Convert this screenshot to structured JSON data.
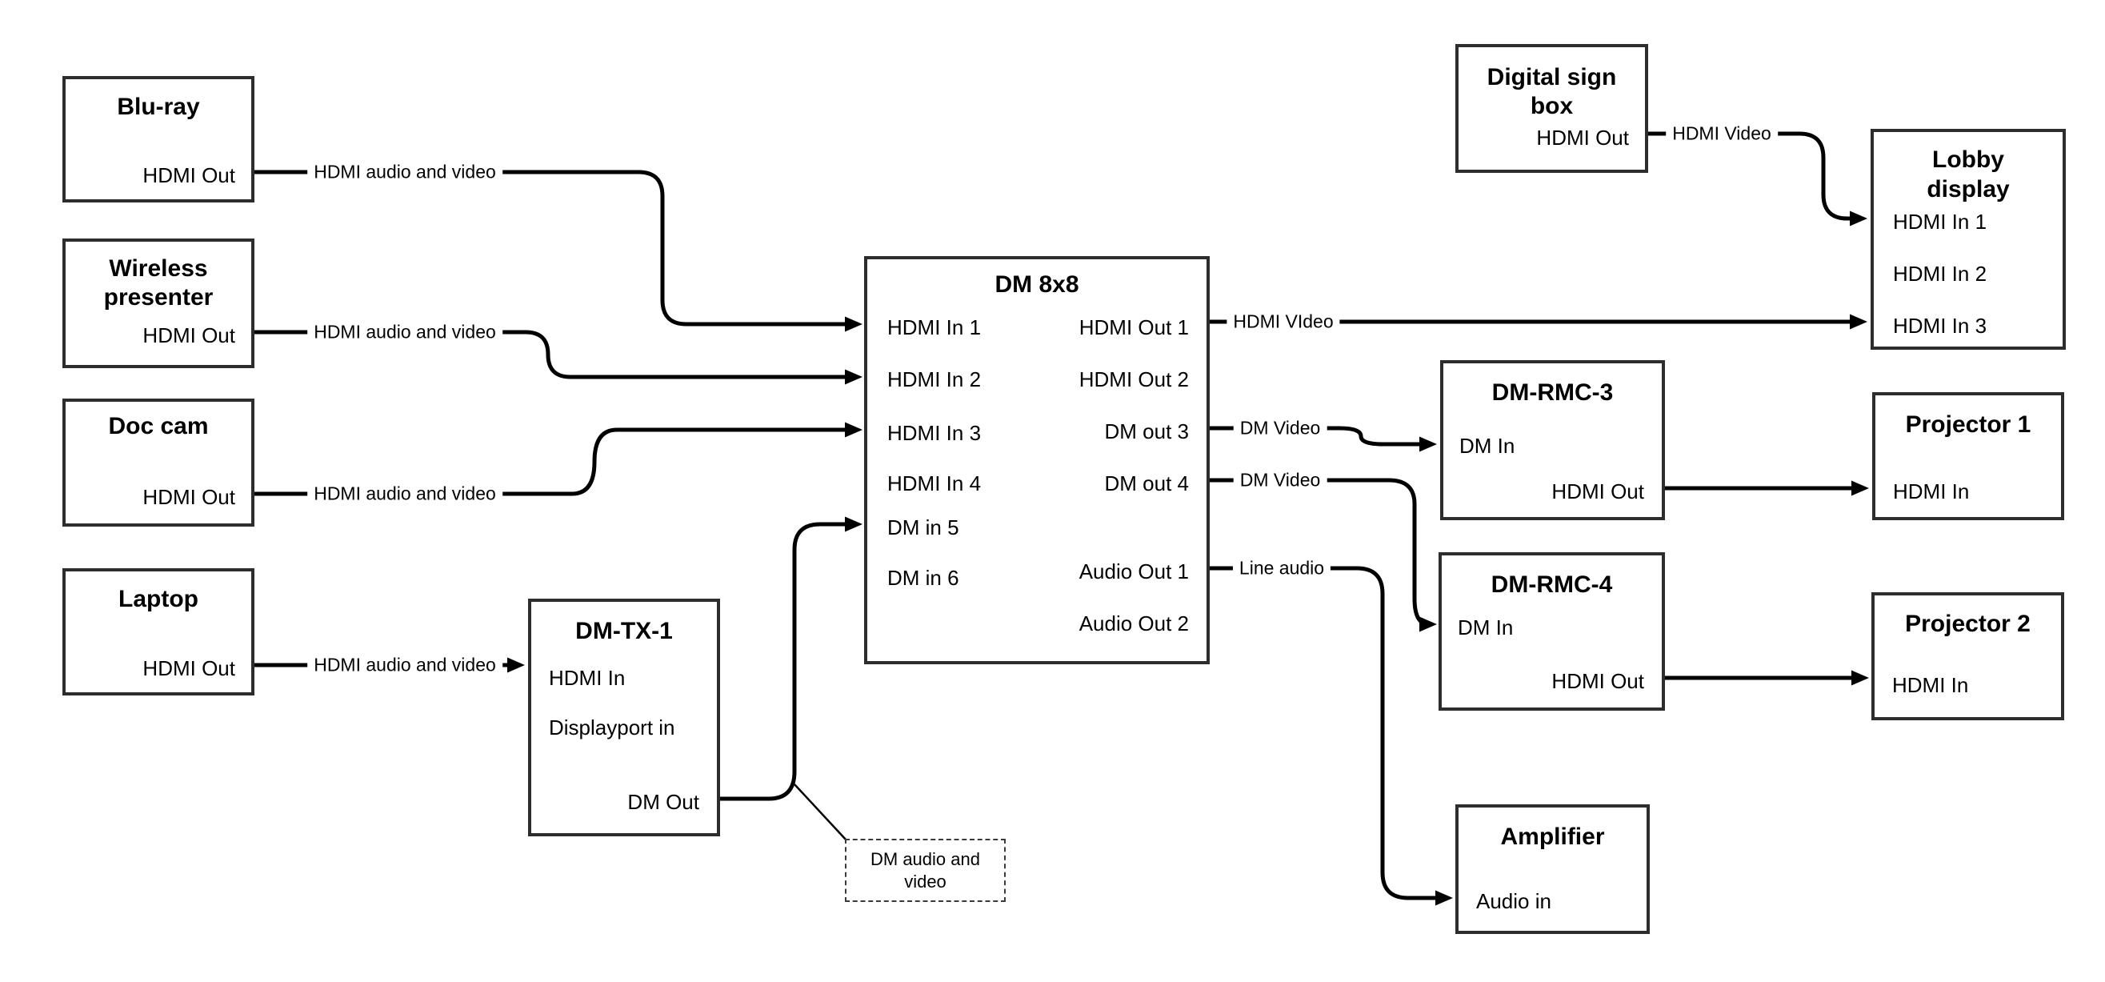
{
  "diagram": {
    "background": "#ffffff",
    "line_color": "#000000",
    "box_border_color": "#2d2d2d",
    "nodes": {
      "bluray": {
        "title": "Blu-ray",
        "ports": {
          "out": "HDMI Out"
        }
      },
      "wireless": {
        "title": "Wireless presenter",
        "ports": {
          "out": "HDMI Out"
        }
      },
      "doccam": {
        "title": "Doc cam",
        "ports": {
          "out": "HDMI Out"
        }
      },
      "laptop": {
        "title": "Laptop",
        "ports": {
          "out": "HDMI Out"
        }
      },
      "dmtx1": {
        "title": "DM-TX-1",
        "ports": {
          "hdmi_in": "HDMI In",
          "dp_in": "Displayport in",
          "dm_out": "DM Out"
        }
      },
      "dm8x8": {
        "title": "DM 8x8",
        "inputs": [
          "HDMI In 1",
          "HDMI In 2",
          "HDMI In 3",
          "HDMI In 4",
          "DM in 5",
          "DM in 6"
        ],
        "outputs": [
          "HDMI Out 1",
          "HDMI Out 2",
          "DM out 3",
          "DM out 4",
          "Audio Out 1",
          "Audio Out 2"
        ]
      },
      "digital_sign": {
        "title": "Digital sign box",
        "ports": {
          "out": "HDMI Out"
        }
      },
      "lobby": {
        "title": "Lobby display",
        "inputs": [
          "HDMI In 1",
          "HDMI In 2",
          "HDMI In 3"
        ]
      },
      "rmc3": {
        "title": "DM-RMC-3",
        "ports": {
          "in": "DM In",
          "out": "HDMI Out"
        }
      },
      "rmc4": {
        "title": "DM-RMC-4",
        "ports": {
          "in": "DM In",
          "out": "HDMI Out"
        }
      },
      "proj1": {
        "title": "Projector 1",
        "ports": {
          "in": "HDMI In"
        }
      },
      "proj2": {
        "title": "Projector 2",
        "ports": {
          "in": "HDMI In"
        }
      },
      "amplifier": {
        "title": "Amplifier",
        "ports": {
          "in": "Audio in"
        }
      }
    },
    "edge_labels": {
      "bluray_to_dm8x8": "HDMI audio and video",
      "wireless_to_dm8x8": "HDMI audio and video",
      "doccam_to_dm8x8": "HDMI audio and video",
      "laptop_to_dmtx1": "HDMI audio and video",
      "hdmi_out1_to_lobby": "HDMI VIdeo",
      "digital_sign_to_lobby": "HDMI Video",
      "dm_out3_to_rmc3": "DM Video",
      "dm_out4_to_rmc4": "DM Video",
      "audio_out1_to_amplifier": "Line audio",
      "annotation": "DM audio and video"
    }
  }
}
